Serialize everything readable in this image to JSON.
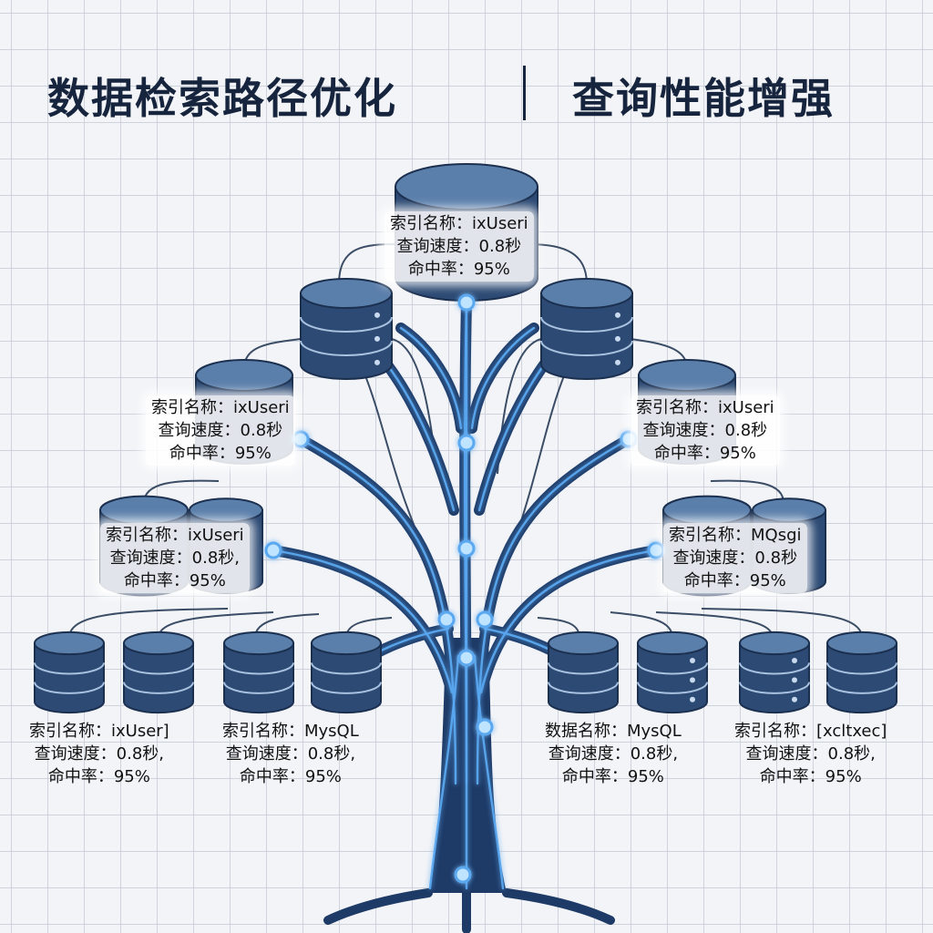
{
  "title": {
    "left": "数据检索路径优化",
    "right": "查询性能增强"
  },
  "colors": {
    "background": "#f3f4f7",
    "grid": "#cfd3dc",
    "title": "#16253d",
    "branch": "#1e3a66",
    "wire": "#5aa8f0",
    "db_top": "#5b7fab",
    "db_body": "#2c4a74"
  },
  "labels": [
    {
      "name": "label-root",
      "lines": [
        "索引名称：ixUseri",
        "查询速度：0.8秒",
        "命中率：95%"
      ]
    },
    {
      "name": "label-left-mid",
      "lines": [
        "索引名称：ixUseri",
        "查询速度：0.8秒",
        "命中率：95%"
      ]
    },
    {
      "name": "label-right-mid",
      "lines": [
        "索引名称：ixUseri",
        "查询速度：0.8秒",
        "命中率：95%"
      ]
    },
    {
      "name": "label-left-lower",
      "lines": [
        "索引名称：ixUseri",
        "查询速度：0.8秒,",
        "命中率：95%"
      ]
    },
    {
      "name": "label-right-lower",
      "lines": [
        "索引名称：MQsgi",
        "查询速度：0.8秒",
        "命中率：95%"
      ]
    },
    {
      "name": "label-bottom-1",
      "lines": [
        "索引名称：ixUser]",
        "查询速度：0.8秒,",
        "命中率：95%"
      ]
    },
    {
      "name": "label-bottom-2",
      "lines": [
        "索引名称：MysQL",
        "查询速度：0.8秒,",
        "命中率：95%"
      ]
    },
    {
      "name": "label-bottom-3",
      "lines": [
        "数据名称：MysQL",
        "查询速度：0.8秒,",
        "命中率：95%"
      ]
    },
    {
      "name": "label-bottom-4",
      "lines": [
        "索引名称：[xcltxec]",
        "查询速度：0.8秒,",
        "命中率：95%"
      ]
    }
  ]
}
